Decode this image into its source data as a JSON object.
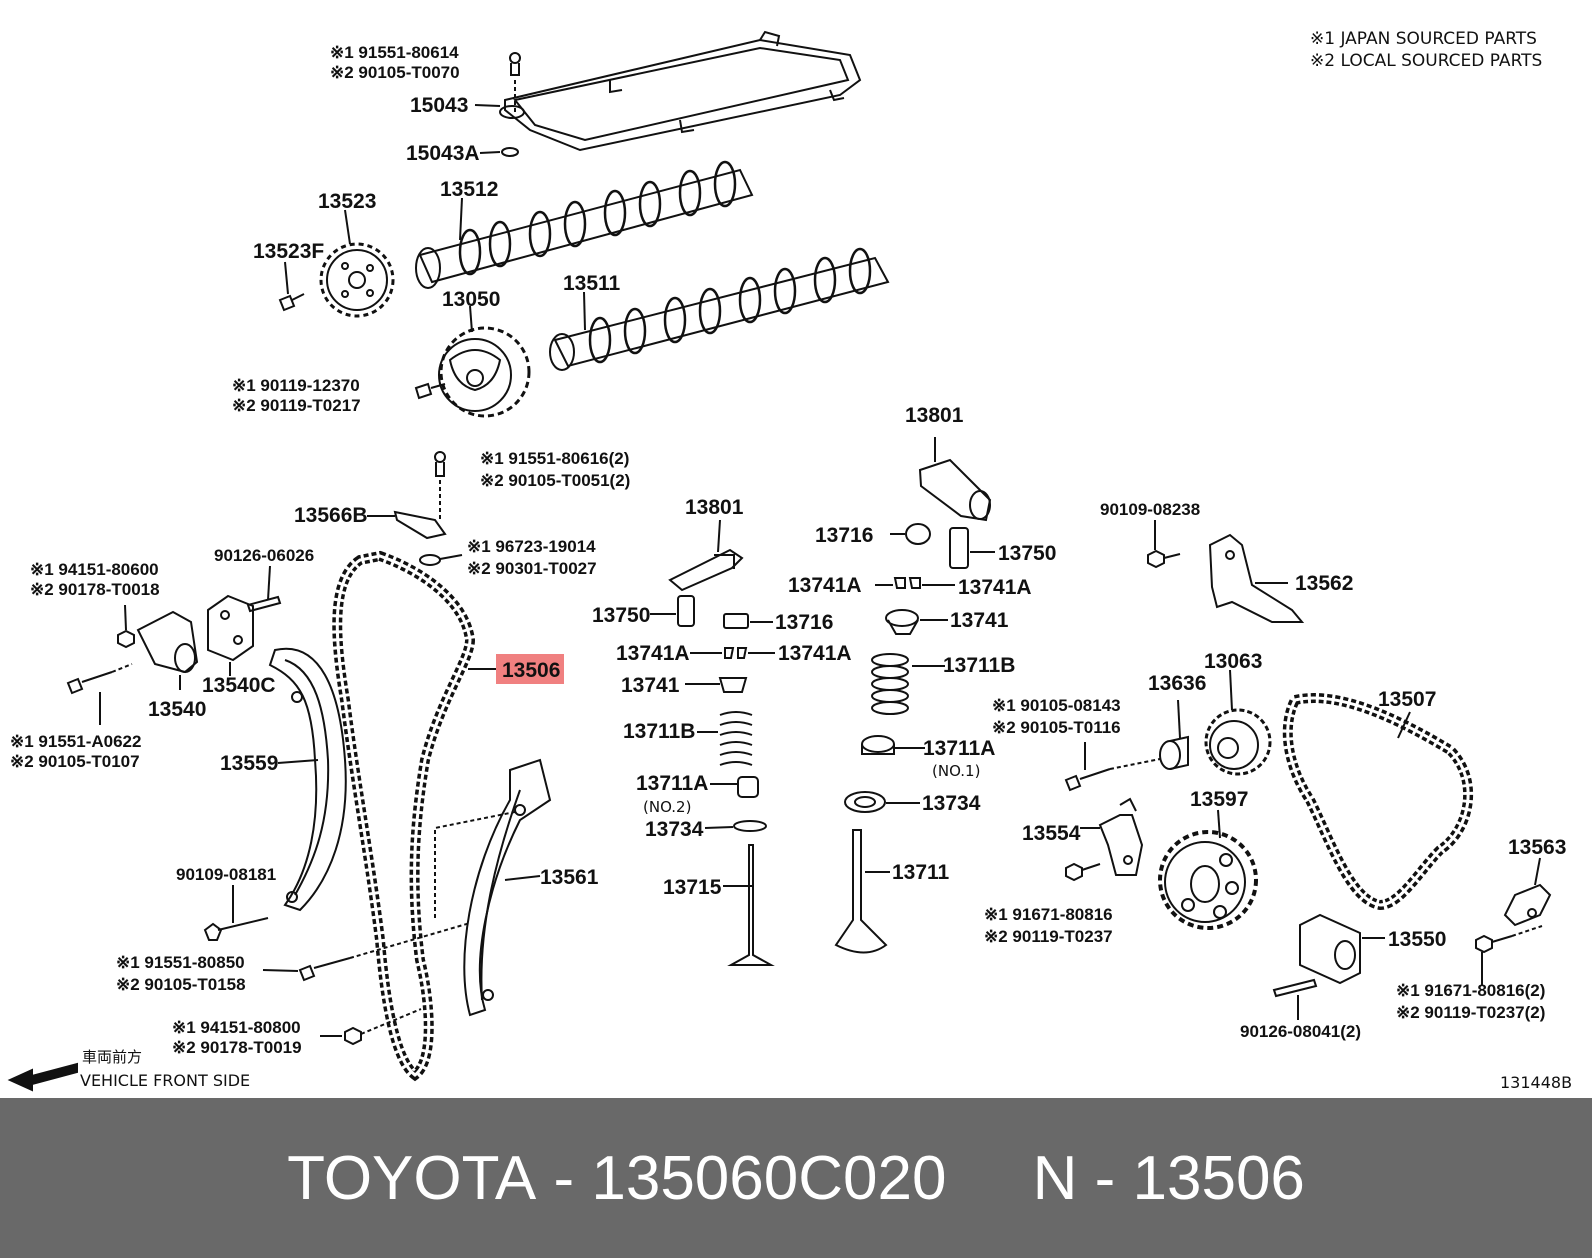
{
  "legend": {
    "line1": "※1 JAPAN SOURCED PARTS",
    "line2": "※2 LOCAL SOURCED PARTS"
  },
  "direction": {
    "jp": "車両前方",
    "en": "VEHICLE FRONT SIDE"
  },
  "figure_code": "131448B",
  "highlight_color": "#f08080",
  "footer": {
    "brand": "TOYOTA",
    "sep1": " - ",
    "part_number": "135060C020",
    "gap": "     ",
    "n_label": "N",
    "sep2": " - ",
    "n_value": "13506"
  },
  "labels": {
    "bolt_top_1": "※1 91551-80614",
    "bolt_top_2": "※2 90105-T0070",
    "p15043": "15043",
    "p15043A": "15043A",
    "p13523": "13523",
    "p13512": "13512",
    "p13523F": "13523F",
    "p13511": "13511",
    "p13050": "13050",
    "bolt_vvt_1": "※1 90119-12370",
    "bolt_vvt_2": "※2 90119-T0217",
    "p13801_top": "13801",
    "bolt_guide_1": "※1 91551-80616(2)",
    "bolt_guide_2": "※2 90105-T0051(2)",
    "p13566B": "13566B",
    "ring_1": "※1 96723-19014",
    "ring_2": "※2 90301-T0027",
    "p90126_06026": "90126-06026",
    "nut_left_1": "※1 94151-80600",
    "nut_left_2": "※2 90178-T0018",
    "p13540": "13540",
    "p13540C": "13540C",
    "bolt_left_1": "※1 91551-A0622",
    "bolt_left_2": "※2 90105-T0107",
    "p13559": "13559",
    "p13506": "13506",
    "p90109_08181": "90109-08181",
    "p13561": "13561",
    "bolt_bottom_1": "※1 91551-80850",
    "bolt_bottom_2": "※2 90105-T0158",
    "nut_bottom_1": "※1 94151-80800",
    "nut_bottom_2": "※2 90178-T0019",
    "p13801_mid": "13801",
    "p13750_a": "13750",
    "p13716_a": "13716",
    "p13741A_a": "13741A",
    "p13741A_b": "13741A",
    "p13741_a": "13741",
    "p13711B_a": "13711B",
    "p13711A_no2": "13711A",
    "no2": "(NO.2)",
    "p13734_a": "13734",
    "p13715": "13715",
    "p13716_b": "13716",
    "p13750_b": "13750",
    "p13741A_c": "13741A",
    "p13741A_d": "13741A",
    "p13741_b": "13741",
    "p13711B_b": "13711B",
    "p13711A_no1": "13711A",
    "no1": "(NO.1)",
    "p13734_b": "13734",
    "p13711": "13711",
    "p90109_08238": "90109-08238",
    "p13562": "13562",
    "bolt_idler_1": "※1 90105-08143",
    "bolt_idler_2": "※2 90105-T0116",
    "p13636": "13636",
    "p13063": "13063",
    "p13507": "13507",
    "p13554": "13554",
    "p13597": "13597",
    "bolt_damper_1": "※1 91671-80816",
    "bolt_damper_2": "※2 90119-T0237",
    "p13563": "13563",
    "p13550": "13550",
    "bolt_right_1": "※1 91671-80816(2)",
    "bolt_right_2": "※2 90119-T0237(2)",
    "p90126_08041": "90126-08041(2)"
  }
}
